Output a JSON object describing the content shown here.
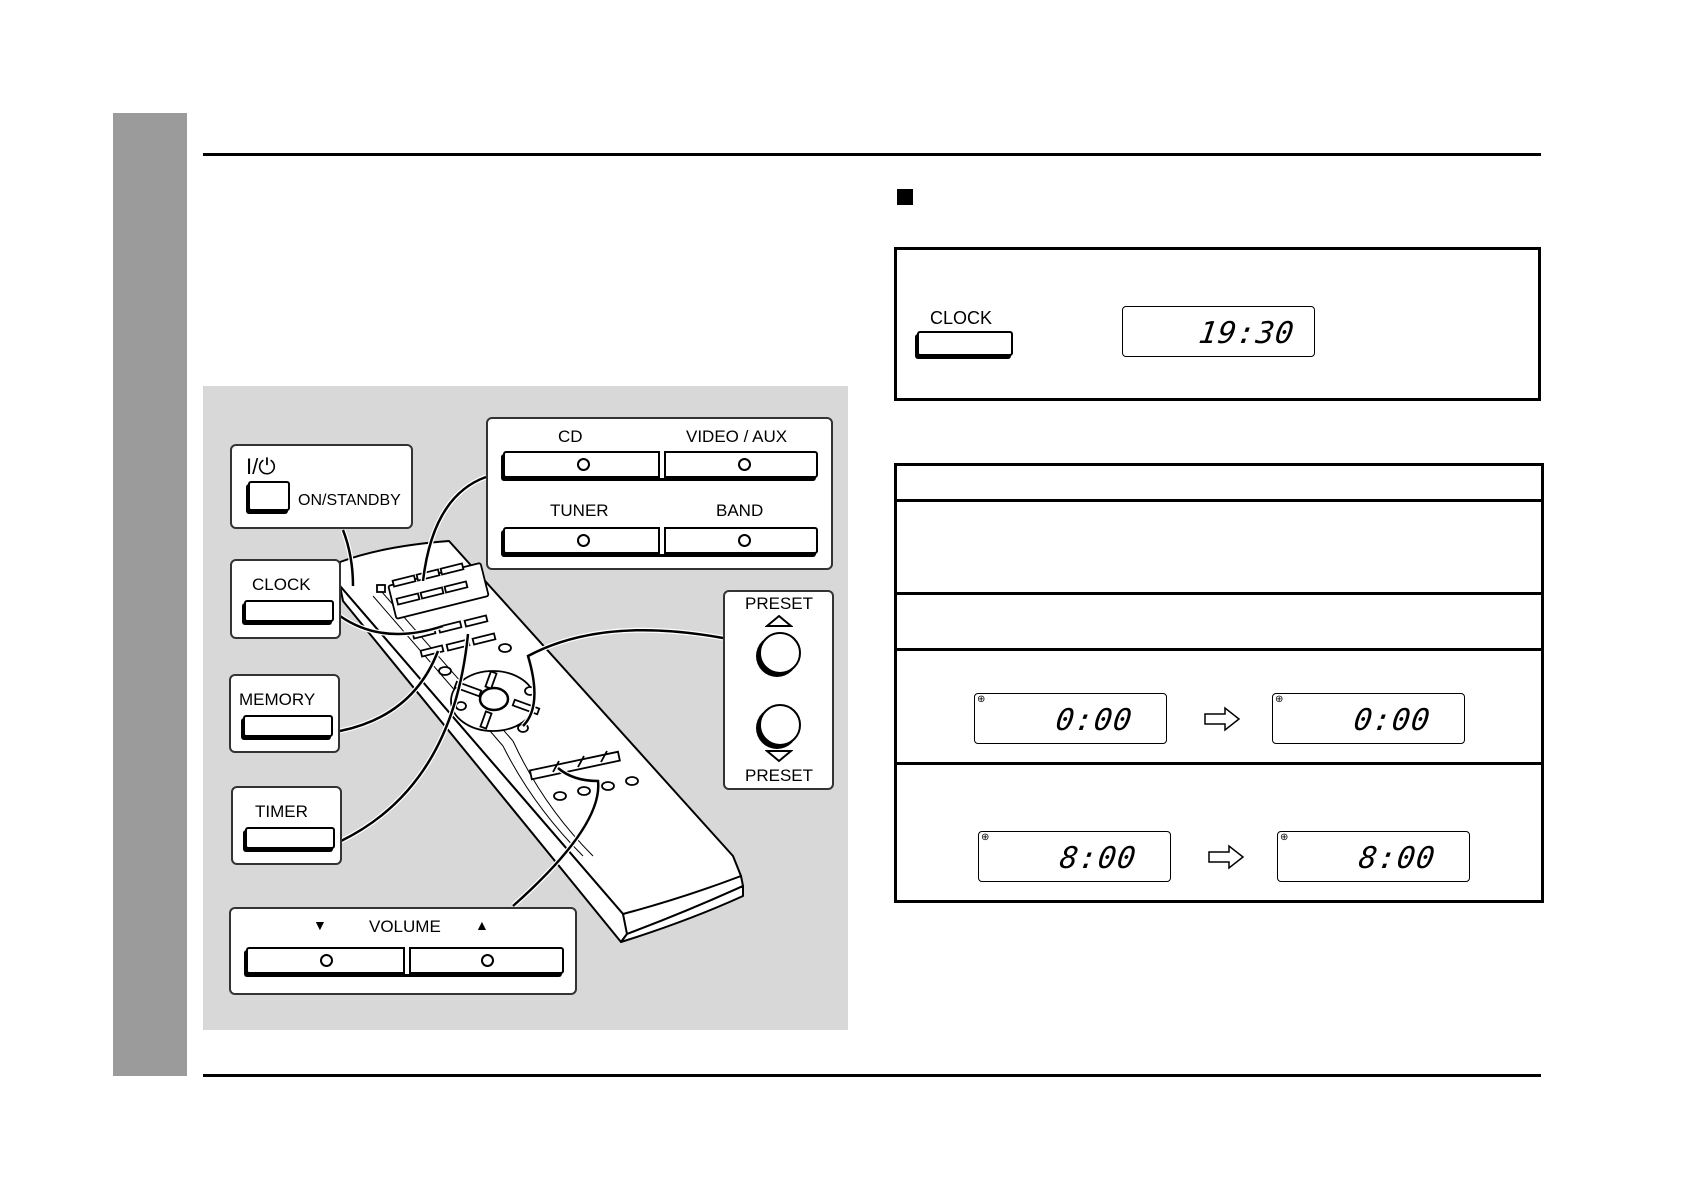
{
  "page": {
    "section_marker": "square-bullet"
  },
  "illustration": {
    "power_box": {
      "symbol": "I/⏻",
      "label": "ON/STANDBY"
    },
    "source_box": {
      "buttons": [
        {
          "label": "CD"
        },
        {
          "label": "VIDEO / AUX"
        },
        {
          "label": "TUNER"
        },
        {
          "label": "BAND"
        }
      ]
    },
    "clock_box": {
      "label": "CLOCK"
    },
    "memory_box": {
      "label": "MEMORY"
    },
    "timer_box": {
      "label": "TIMER"
    },
    "preset_box": {
      "top_label": "PRESET",
      "bottom_label": "PRESET"
    },
    "volume_box": {
      "label": "VOLUME",
      "down_symbol": "▼",
      "up_symbol": "▲"
    }
  },
  "step_box": {
    "button_label": "CLOCK",
    "display_value": "19:30"
  },
  "procedure_table": {
    "rows": [
      {
        "text": ""
      },
      {
        "text": ""
      },
      {
        "text": ""
      },
      {
        "text": "",
        "display_before": "0:00",
        "display_after": "0:00"
      },
      {
        "text": "",
        "display_before": "8:00",
        "display_after": "8:00"
      }
    ]
  }
}
